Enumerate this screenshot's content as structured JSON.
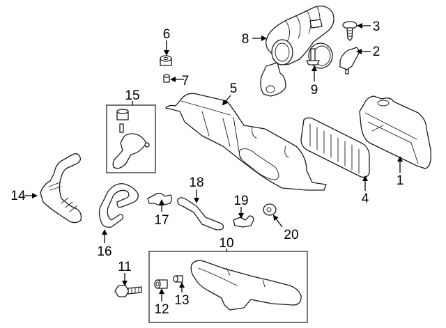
{
  "diagram": {
    "type": "exploded-parts-diagram",
    "colors": {
      "line": "#1a1a1a",
      "background": "#ffffff",
      "text": "#000000"
    },
    "callouts": [
      {
        "id": "1",
        "label": "1",
        "part": "air-cleaner-housing-lower"
      },
      {
        "id": "2",
        "label": "2",
        "part": "mass-air-flow-sensor"
      },
      {
        "id": "3",
        "label": "3",
        "part": "screw"
      },
      {
        "id": "4",
        "label": "4",
        "part": "air-filter-element"
      },
      {
        "id": "5",
        "label": "5",
        "part": "air-cleaner-housing-upper"
      },
      {
        "id": "6",
        "label": "6",
        "part": "grommet"
      },
      {
        "id": "7",
        "label": "7",
        "part": "bushing"
      },
      {
        "id": "8",
        "label": "8",
        "part": "intake-duct-hose"
      },
      {
        "id": "9",
        "label": "9",
        "part": "hose-clamp"
      },
      {
        "id": "10",
        "label": "10",
        "part": "air-inlet-duct-assembly"
      },
      {
        "id": "11",
        "label": "11",
        "part": "bolt"
      },
      {
        "id": "12",
        "label": "12",
        "part": "grommet"
      },
      {
        "id": "13",
        "label": "13",
        "part": "bushing"
      },
      {
        "id": "14",
        "label": "14",
        "part": "pcv-hose"
      },
      {
        "id": "15",
        "label": "15",
        "part": "resonator-assembly"
      },
      {
        "id": "16",
        "label": "16",
        "part": "hose"
      },
      {
        "id": "17",
        "label": "17",
        "part": "elbow-connector"
      },
      {
        "id": "18",
        "label": "18",
        "part": "hose"
      },
      {
        "id": "19",
        "label": "19",
        "part": "elbow-connector"
      },
      {
        "id": "20",
        "label": "20",
        "part": "grommet"
      }
    ]
  }
}
